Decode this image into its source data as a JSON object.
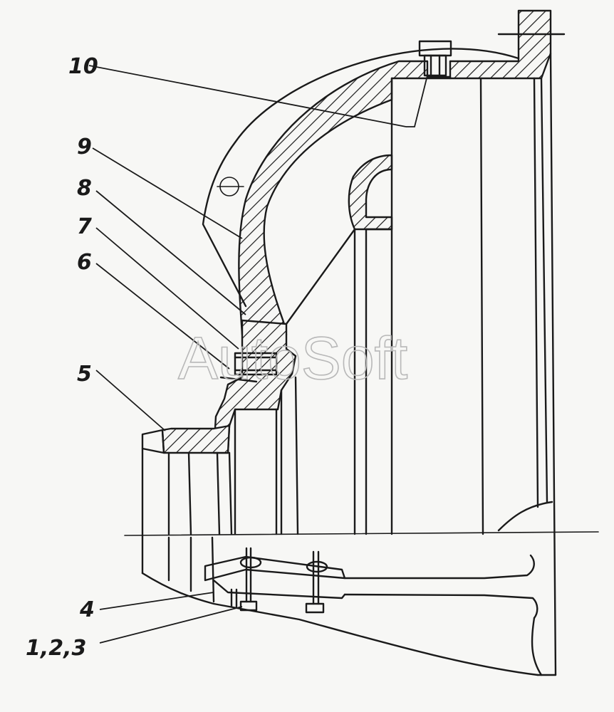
{
  "callouts": [
    {
      "id": "10",
      "text": "10"
    },
    {
      "id": "9",
      "text": "9"
    },
    {
      "id": "8",
      "text": "8"
    },
    {
      "id": "7",
      "text": "7"
    },
    {
      "id": "6",
      "text": "6"
    },
    {
      "id": "5",
      "text": "5"
    },
    {
      "id": "4",
      "text": "4"
    },
    {
      "id": "123",
      "text": "1,2,3"
    }
  ],
  "watermark": "AutoSoft",
  "colors": {
    "ink": "#1a1a1a",
    "paper": "#f7f7f5",
    "watermark": "#b8b8b8"
  }
}
